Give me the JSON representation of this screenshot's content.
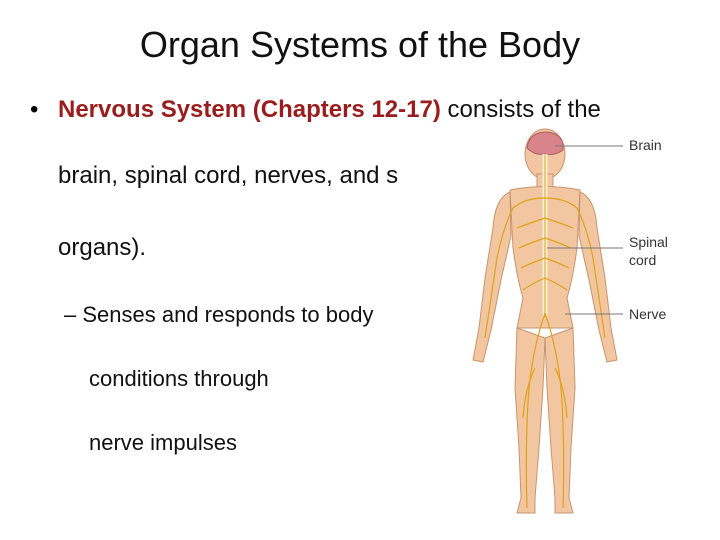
{
  "slide": {
    "title": "Organ Systems of the Body",
    "bullet_main": {
      "highlight": "Nervous System (Chapters 12-17)",
      "rest": " consists of the",
      "line2": "brain, spinal cord, nerves, and s",
      "line3": "organs)."
    },
    "sub_bullet": {
      "marker": "–",
      "line1": "Senses and responds to body",
      "line2": "conditions through",
      "line3": "nerve impulses"
    }
  },
  "figure": {
    "labels": {
      "brain": "Brain",
      "spinal_cord_1": "Spinal",
      "spinal_cord_2": "cord",
      "nerve": "Nerve"
    },
    "colors": {
      "skin": "#f2c6a0",
      "nerve": "#e0a21a",
      "brain": "#d9848a"
    }
  }
}
